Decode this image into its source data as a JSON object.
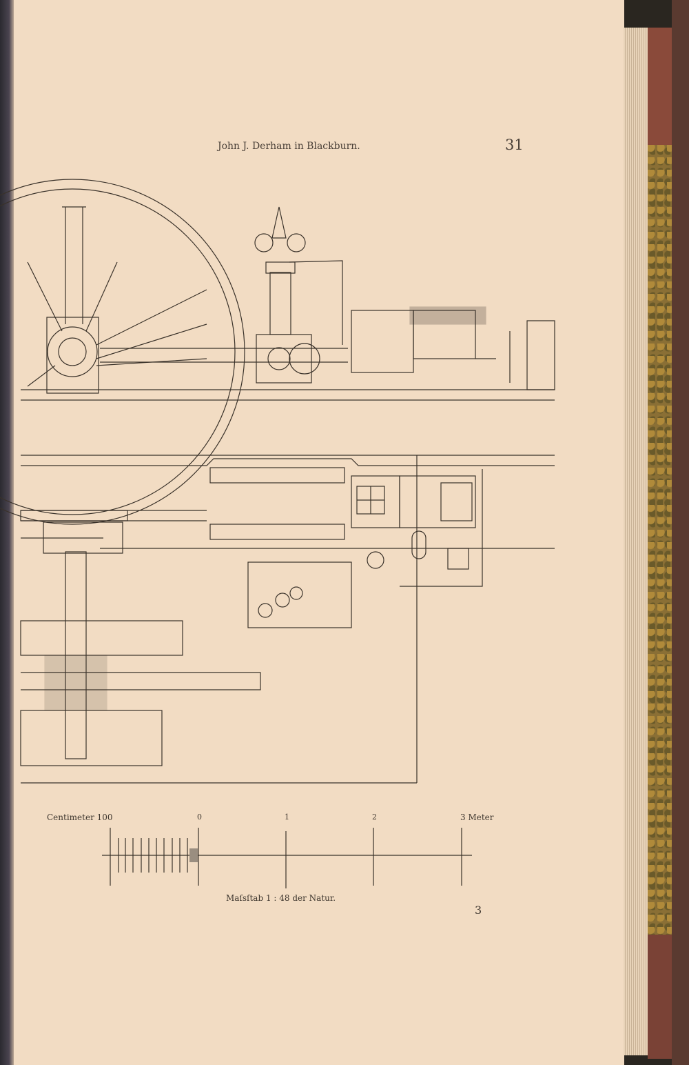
{
  "header": {
    "running_title": "John J. Derham in Blackburn.",
    "page_number": "31"
  },
  "scale_bar": {
    "left_label": "Centimeter 100",
    "tick_labels": [
      "0",
      "1",
      "2",
      "3 Meter"
    ],
    "caption": "Maſsſtab 1 : 48 der Natur."
  },
  "signature_mark": "3"
}
